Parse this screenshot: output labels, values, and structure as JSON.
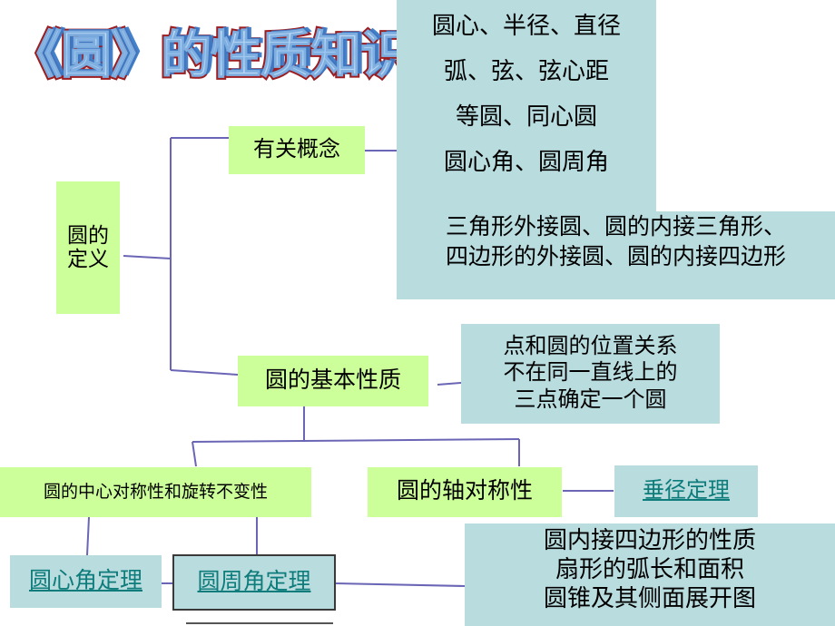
{
  "slide": {
    "title": "《圆》的性质知识结构",
    "background_color": "#FFFFFF",
    "accent_green": "#CCFF99",
    "accent_blue": "#B9DCDF",
    "connector_color": "#6A66B5",
    "link_color": "#0E7C7B",
    "title_fill_color": "#A8CCF0",
    "title_outline_color": "#A02020"
  },
  "nodes": {
    "concepts_box": {
      "lines": [
        "圆心、半径、直径",
        "弧、弦、弦心距",
        "等圆、同心圆",
        "圆心角、圆周角"
      ]
    },
    "inscribed_box": {
      "lines": [
        "三角形外接圆、圆的内接三角形、",
        "四边形的外接圆、圆的内接四边形"
      ]
    },
    "definition": {
      "lines": [
        "圆的",
        "定义"
      ]
    },
    "related_concepts": {
      "label": "有关概念"
    },
    "basic_properties": {
      "label": "圆的基本性质"
    },
    "point_circle_box": {
      "lines": [
        "点和圆的位置关系",
        "不在同一直线上的",
        "三点确定一个圆"
      ]
    },
    "central_symmetry": {
      "label": "圆的中心对称性和旋转不变性"
    },
    "axial_symmetry": {
      "label": "圆的轴对称性"
    },
    "perpendicular_diameter_theorem": {
      "label": "垂径定理"
    },
    "central_angle_theorem": {
      "label": "圆心角定理"
    },
    "inscribed_angle_theorem": {
      "label": "圆周角定理"
    },
    "formulas_box": {
      "lines": [
        "圆内接四边形的性质",
        "扇形的弧长和面积",
        "圆锥及其侧面展开图"
      ]
    }
  }
}
